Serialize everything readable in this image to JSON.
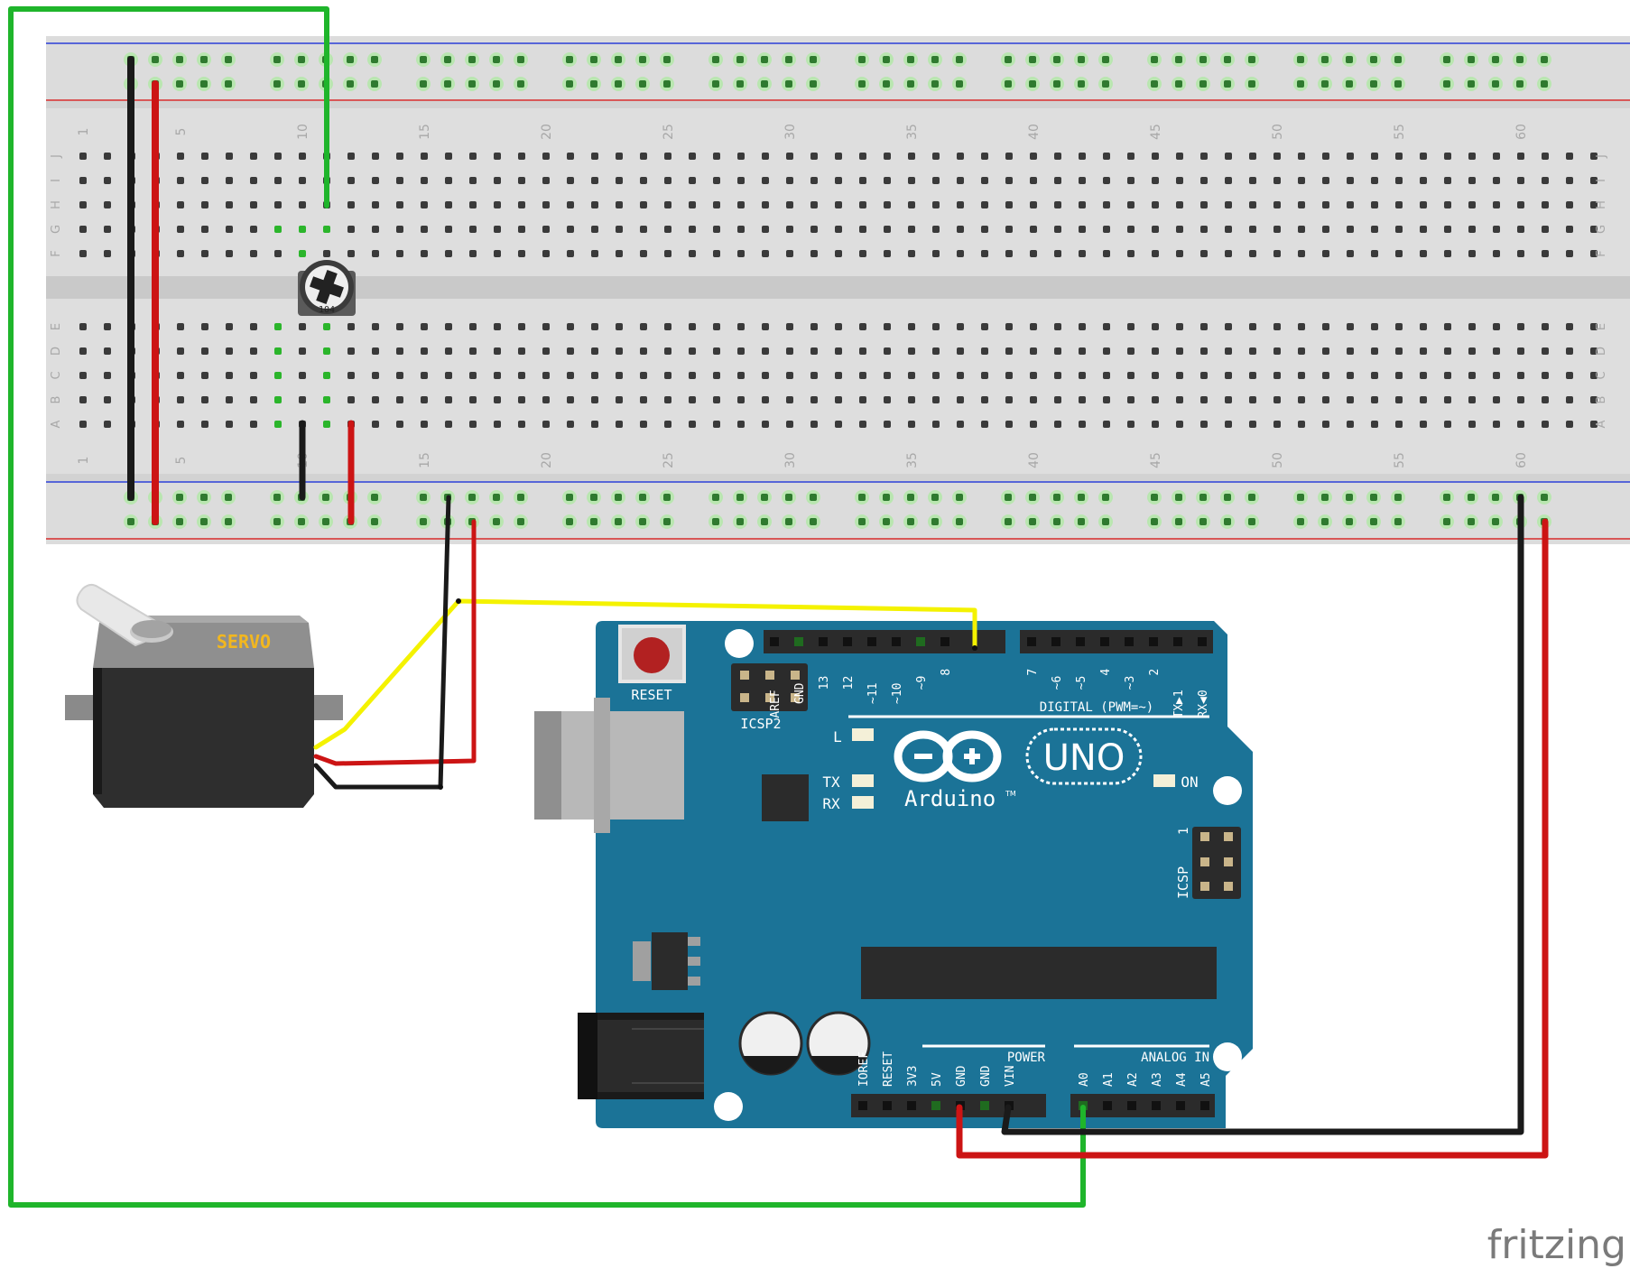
{
  "breadboard": {
    "column_numbers": [
      "1",
      "5",
      "10",
      "15",
      "20",
      "25",
      "30",
      "35",
      "40",
      "45",
      "50",
      "55",
      "60"
    ],
    "row_letters_top": [
      "J",
      "I",
      "H",
      "G",
      "F"
    ],
    "row_letters_bottom": [
      "E",
      "D",
      "C",
      "B",
      "A"
    ]
  },
  "servo": {
    "label": "SERVO"
  },
  "potentiometer": {
    "code": "104"
  },
  "arduino": {
    "brand": "Arduino",
    "tm": "TM",
    "model": "UNO",
    "reset_label": "RESET",
    "icsp2_label": "ICSP2",
    "icsp_label": "ICSP",
    "icsp_pin1": "1",
    "digital_label": "DIGITAL (PWM=~)",
    "power_label": "POWER",
    "analog_label": "ANALOG IN",
    "led_l": "L",
    "led_tx": "TX",
    "led_rx": "RX",
    "led_on": "ON",
    "digital_pins": [
      "AREF",
      "GND",
      "13",
      "12",
      "~11",
      "~10",
      "~9",
      "8",
      "7",
      "~6",
      "~5",
      "4",
      "~3",
      "2",
      "TX▶1",
      "RX◀0"
    ],
    "power_pins": [
      "IOREF",
      "RESET",
      "3V3",
      "5V",
      "GND",
      "GND",
      "VIN"
    ],
    "analog_pins": [
      "A0",
      "A1",
      "A2",
      "A3",
      "A4",
      "A5"
    ]
  },
  "footer": {
    "brand": "fritzing"
  },
  "colors": {
    "wire_green": "#1fb52b",
    "wire_red": "#cc1414",
    "wire_black": "#1a1a1a",
    "wire_yellow": "#f4f200",
    "board_blue": "#1b7397",
    "breadboard_grey": "#dcdcdc"
  }
}
